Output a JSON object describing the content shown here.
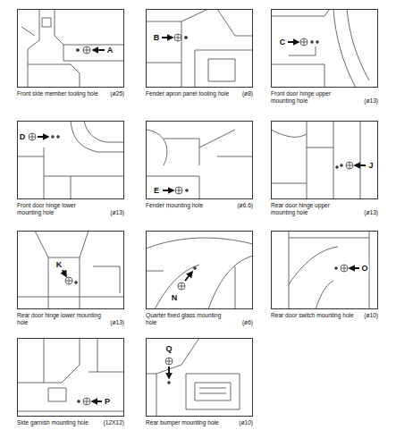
{
  "diagram": {
    "nodes": [
      {
        "text": [
          "Front side member tooling hole",
          "(ø25)"
        ]
      },
      {
        "text": [
          "Fender apron panel tooling hole",
          "(ø8)"
        ]
      },
      {
        "text": [
          "Front door hinge upper mounting hole",
          "(ø13)"
        ]
      },
      {
        "text": [
          "Front door hinge lower mounting hole",
          "(ø13)"
        ]
      },
      {
        "text": [
          "Fender mounting hole",
          "(ø6.6)"
        ]
      },
      {
        "text": [
          "Rear door hinge upper mounting hole",
          "(ø13)"
        ]
      },
      {
        "text": [
          "Rear door hinge lower mounting hole",
          "(ø13)"
        ]
      },
      {
        "text": [
          "Quarter fixed glass mounting hole",
          "(ø6)"
        ]
      },
      {
        "text": [
          "Rear door switch mounting hole",
          "(ø10)"
        ]
      },
      {
        "text": [
          "Side garnish mounting hole",
          "(12X12)"
        ]
      },
      {
        "text": [
          "Rear bumper mounting hole",
          "(ø10)"
        ]
      }
    ],
    "labels": [
      "A",
      "B",
      "C",
      "D",
      "E",
      "J",
      "K",
      "N",
      "O",
      "P",
      "Q"
    ]
  }
}
